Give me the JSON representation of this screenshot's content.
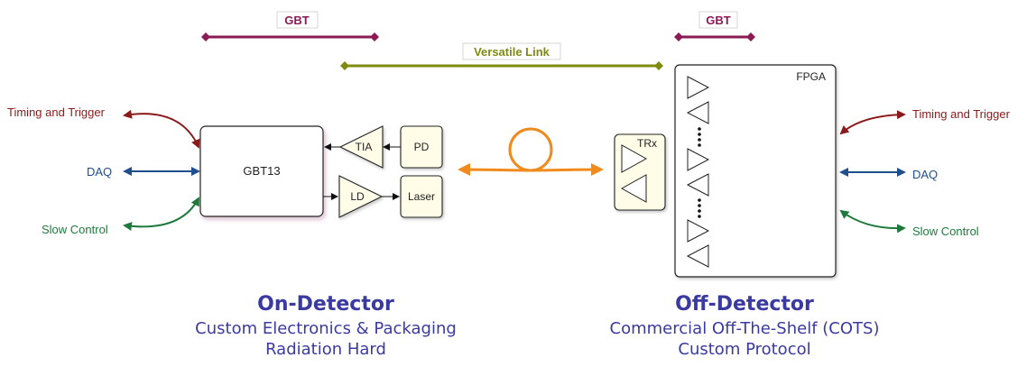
{
  "colors": {
    "gbt": "#8b1a55",
    "versatile": "#7f8a10",
    "timing": "#8b1a1a",
    "daq": "#1f4e8c",
    "slow": "#1e7a3c",
    "fiber": "#f08a1c",
    "title": "#3a3aa0"
  },
  "bars": {
    "gbt_left": "GBT",
    "gbt_right": "GBT",
    "versatile": "Versatile Link"
  },
  "on_detector": {
    "gbt_chip": "GBT13",
    "tia": "TIA",
    "ld": "LD",
    "pd": "PD",
    "laser": "Laser",
    "signals": {
      "timing": "Timing and Trigger",
      "daq": "DAQ",
      "slow": "Slow Control"
    },
    "title": "On-Detector",
    "subtitle_1": "Custom Electronics & Packaging",
    "subtitle_2": "Radiation Hard"
  },
  "off_detector": {
    "trx": "TRx",
    "fpga": "FPGA",
    "signals": {
      "timing": "Timing and Trigger",
      "daq": "DAQ",
      "slow": "Slow Control"
    },
    "title": "Off-Detector",
    "subtitle_1": "Commercial Off-The-Shelf (COTS)",
    "subtitle_2": "Custom Protocol"
  }
}
